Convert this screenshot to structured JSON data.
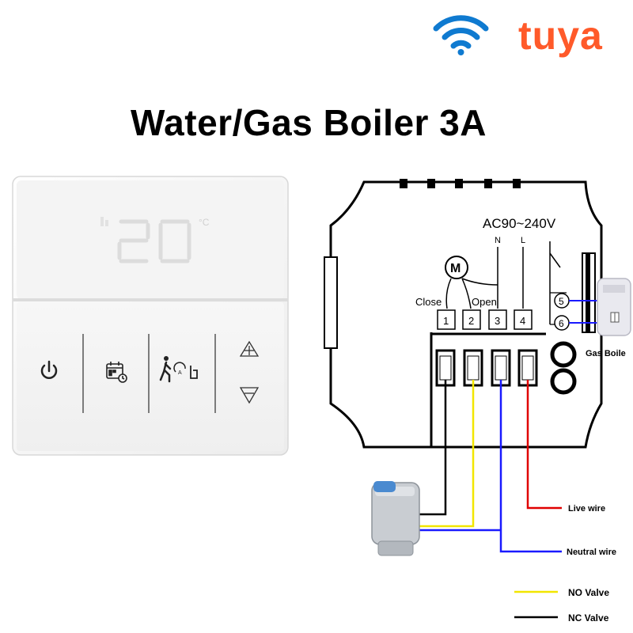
{
  "header": {
    "brand": "tuya",
    "title": "Water/Gas Boiler 3A",
    "wifi_color": "#0f7ad0",
    "brand_color": "#ff5a2a"
  },
  "thermostat": {
    "display_value": "20",
    "display_unit": "°C",
    "buttons": [
      "power-icon",
      "schedule-icon",
      "mode-icon",
      "plus-icon",
      "minus-icon"
    ]
  },
  "diagram": {
    "supply_label": "AC90~240V",
    "neutral_label": "N",
    "live_label": "L",
    "motor_label": "M",
    "close_label": "Close",
    "open_label": "Open",
    "terminals": [
      "1",
      "2",
      "3",
      "4"
    ],
    "boiler_terminals": [
      "5",
      "6"
    ],
    "boiler_label": "Gas Boile",
    "wire_labels": {
      "live": "Live wire",
      "neutral": "Neutral wire"
    },
    "legend": [
      {
        "label": "NO Valve",
        "color": "#f2e600"
      },
      {
        "label": "NC Valve",
        "color": "#000000"
      }
    ],
    "colors": {
      "live": "#e00000",
      "neutral": "#1a1aff",
      "no_valve": "#f2e600",
      "nc_valve": "#000000"
    }
  }
}
